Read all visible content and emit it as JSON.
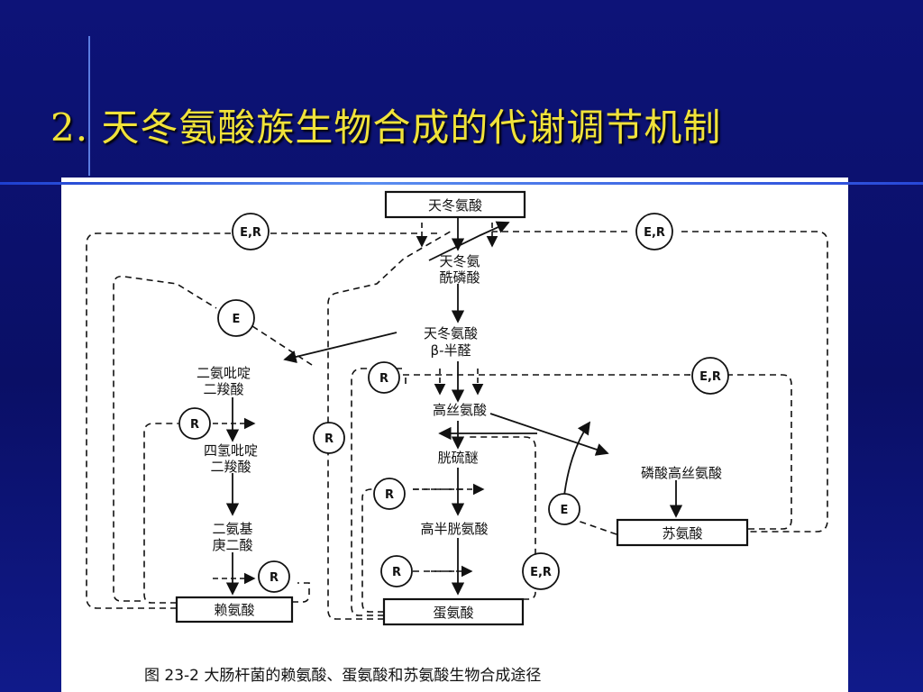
{
  "slide": {
    "title": "2. 天冬氨酸族生物合成的代谢调节机制"
  },
  "diagram": {
    "boxes": {
      "asp": "天冬氨酸",
      "lys": "赖氨酸",
      "met": "蛋氨酸",
      "thr": "苏氨酸"
    },
    "nodes": {
      "asp_p_1": "天冬氨",
      "asp_p_2": "酰磷酸",
      "asa_1": "天冬氨酸",
      "asa_2": "β-半醛",
      "dhdp_1": "二氨吡啶",
      "dhdp_2": "二羧酸",
      "thdp_1": "四氢吡啶",
      "thdp_2": "二羧酸",
      "dap_1": "二氨基",
      "dap_2": "庚二酸",
      "hse": "高丝氨酸",
      "cysta": "胱硫醚",
      "hcys": "高半胱氨酸",
      "phse": "磷酸高丝氨酸"
    },
    "regulators": {
      "er": "E,R",
      "e": "E",
      "r": "R"
    },
    "caption": "图 23-2    大肠杆菌的赖氨酸、蛋氨酸和苏氨酸生物合成途径"
  }
}
